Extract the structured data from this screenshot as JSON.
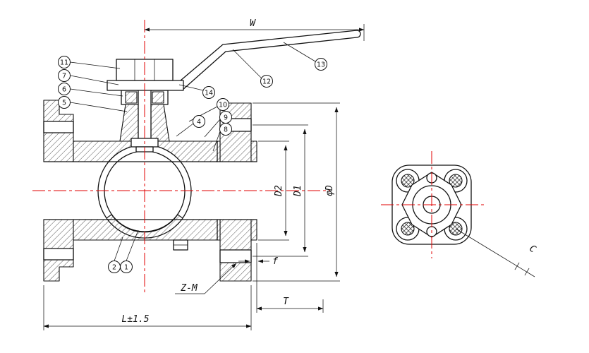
{
  "dimensions": {
    "w": "W",
    "d2": "D2",
    "d1": "D1",
    "phi_d": "φD",
    "f": "f",
    "z_m": "Z-M",
    "t": "T",
    "l": "L±1.5",
    "c": "C"
  },
  "balloons": {
    "b1": "1",
    "b2": "2",
    "b4": "4",
    "b5": "5",
    "b6": "6",
    "b7": "7",
    "b8": "8",
    "b9": "9",
    "b10": "10",
    "b11": "11",
    "b12": "12",
    "b13": "13",
    "b14": "14"
  },
  "colors": {
    "centerline": "#e10000",
    "line": "#111111",
    "background": "#ffffff"
  }
}
